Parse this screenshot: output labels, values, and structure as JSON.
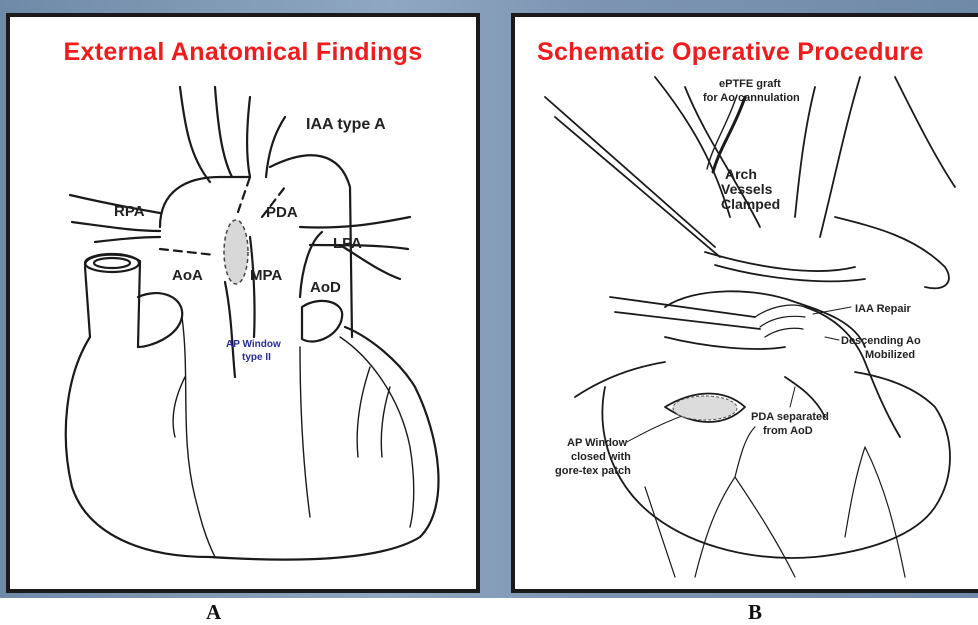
{
  "panel_a": {
    "title": "External Anatomical Findings",
    "labels": {
      "iaa": "IAA type A",
      "pda": "PDA",
      "rpa": "RPA",
      "lpa": "LPA",
      "aoa": "AoA",
      "mpa": "MPA",
      "aod": "AoD",
      "apw_1": "AP Window",
      "apw_2": "type II"
    },
    "letter": "A"
  },
  "panel_b": {
    "title": "Schematic Operative Procedure",
    "labels": {
      "graft_1": "ePTFE graft",
      "graft_2": "for Ao cannulation",
      "arch_1": "Arch",
      "arch_2": "Vessels",
      "arch_3": "Clamped",
      "iaa_repair": "IAA Repair",
      "desc_1": "Descending Ao",
      "desc_2": "Mobilized",
      "pda_1": "PDA separated",
      "pda_2": "from AoD",
      "apw_1": "AP Window",
      "apw_2": "closed with",
      "apw_3": "gore-tex patch"
    },
    "letter": "B"
  },
  "colors": {
    "title": "#f11b1b",
    "ap_window_label": "#2a2a9a"
  }
}
